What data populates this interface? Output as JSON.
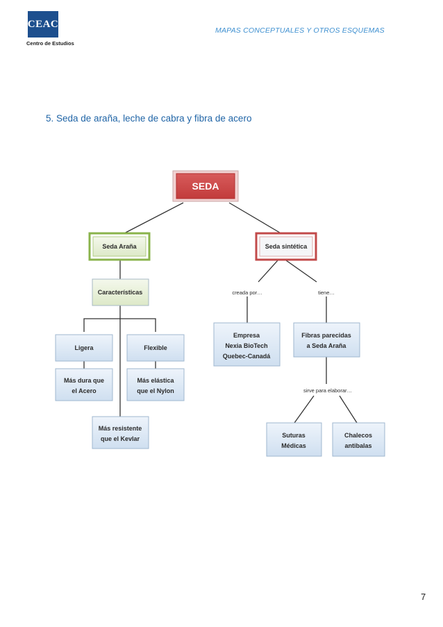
{
  "header": {
    "logo_text": "CEAC",
    "logo_subtitle": "Centro de Estudios",
    "title": "MAPAS CONCEPTUALES Y OTROS ESQUEMAS"
  },
  "section": {
    "title": "5.  Seda de araña, leche de cabra y fibra de acero"
  },
  "concept_map": {
    "root": "SEDA",
    "left_branch": "Seda Araña",
    "right_branch": "Seda sintética",
    "characteristics": "Características",
    "ligera": "Ligera",
    "flexible": "Flexible",
    "dura_line1": "Más dura que",
    "dura_line2": "el Acero",
    "elastica_line1": "Más elástica",
    "elastica_line2": "que el Nylon",
    "resistente_line1": "Más resistente",
    "resistente_line2": "que el Kevlar",
    "creada_label": "creada por…",
    "tiene_label": "tiene…",
    "empresa_line1": "Empresa",
    "empresa_line2": "Nexia BioTech",
    "empresa_line3": "Quebec-Canadá",
    "fibras_line1": "Fibras parecidas",
    "fibras_line2": "a Seda Araña",
    "sirve_label": "sirve para elaborar…",
    "suturas_line1": "Suturas",
    "suturas_line2": "Médicas",
    "chalecos_line1": "Chalecos",
    "chalecos_line2": "antibalas"
  },
  "footer": {
    "page_number": "7"
  }
}
